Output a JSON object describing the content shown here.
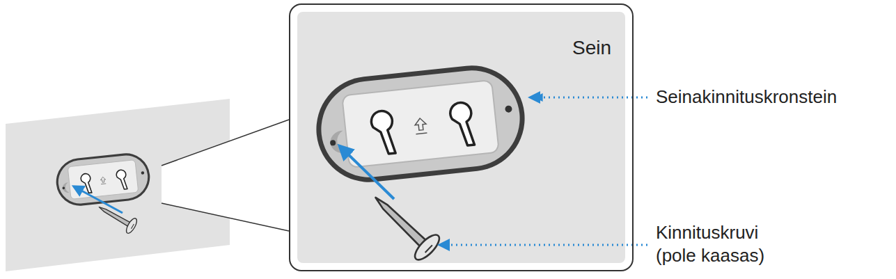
{
  "diagram": {
    "nodes": [
      {
        "text": [
          "Sein"
        ]
      }
    ],
    "labels": [
      "Seinakinnituskronstein",
      "Kinnituskruvi (pole kaasas)"
    ]
  }
}
